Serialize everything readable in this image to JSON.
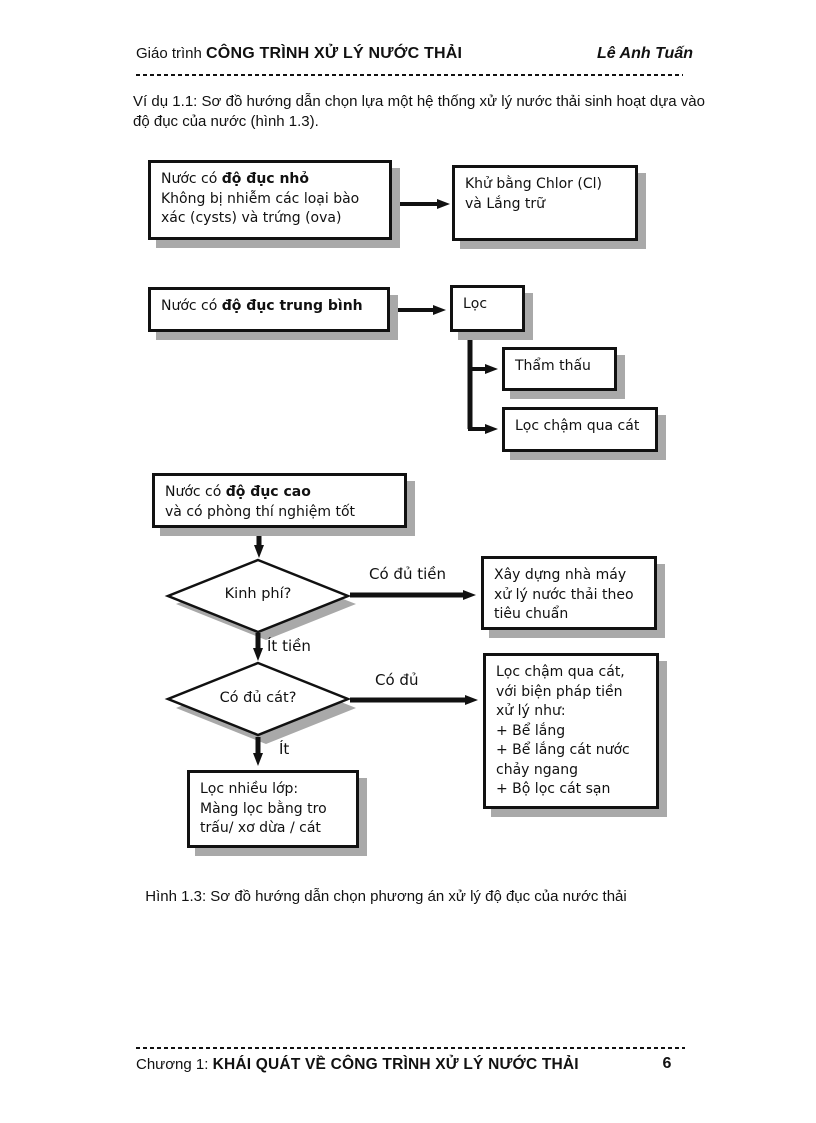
{
  "page": {
    "header": {
      "series_prefix": "Giáo trình ",
      "book_title": "CÔNG TRÌNH XỬ LÝ NƯỚC THẢI",
      "author": "Lê Anh Tuấn"
    },
    "intro": "Ví dụ 1.1: Sơ đồ hướng dẫn chọn lựa một hệ thống xử lý nước thải sinh hoạt dựa vào độ đục của nước (hình 1.3).",
    "figure_caption": "Hình 1.3: Sơ đồ hướng dẫn chọn phương án xử lý độ đục của nước thải",
    "footer": {
      "chapter_prefix": "Chương 1: ",
      "chapter_title": "KHÁI QUÁT VỀ CÔNG TRÌNH XỬ LÝ NƯỚC THẢI",
      "page_number": "6"
    }
  },
  "flowchart": {
    "low_turbidity": {
      "lead": "Nước có ",
      "emphasis": "độ đục nhỏ",
      "detail_lines": [
        "Không bị nhiễm các loại bào",
        "xác (cysts) và trứng (ova)"
      ]
    },
    "chlorine": {
      "lines": [
        "Khử bằng Chlor (Cl)",
        "và Lắng trữ"
      ]
    },
    "medium_turbidity": {
      "lead": "Nước có ",
      "emphasis": "độ đục trung bình"
    },
    "filter": {
      "label": "Lọc"
    },
    "osmosis": {
      "label": "Thẩm thấu"
    },
    "slow_sand": {
      "label": "Lọc chậm qua cát"
    },
    "high_turbidity": {
      "lead": "Nước có ",
      "emphasis": "độ đục cao",
      "detail_lines": [
        "và có phòng thí nghiệm tốt"
      ]
    },
    "build_plant": {
      "lines": [
        "Xây dựng nhà máy",
        "xử lý nước thải theo",
        "tiêu chuẩn"
      ]
    },
    "slow_sand_pretreatment": {
      "lines": [
        "Lọc chậm qua cát,",
        "với biện pháp tiền",
        "xử lý như:",
        "+ Bể lắng",
        "+ Bể lắng cát nước",
        "chảy ngang",
        "+ Bộ lọc cát sạn"
      ]
    },
    "multi_layer_filter": {
      "lines": [
        "Lọc nhiều lớp:",
        "Màng lọc bằng tro",
        "trấu/ xơ dừa / cát"
      ]
    },
    "decision_budget": {
      "label": "Kinh phí?"
    },
    "decision_sand": {
      "label": "Có đủ cát?"
    },
    "edges": {
      "enough_money": "Có đủ tiền",
      "little_money": "Ít tiền",
      "enough_sand": "Có đủ",
      "little_sand": "Ít"
    }
  },
  "colors": {
    "ink": "#111111",
    "box_shadow": "#a9a9a9",
    "paper": "#ffffff"
  }
}
